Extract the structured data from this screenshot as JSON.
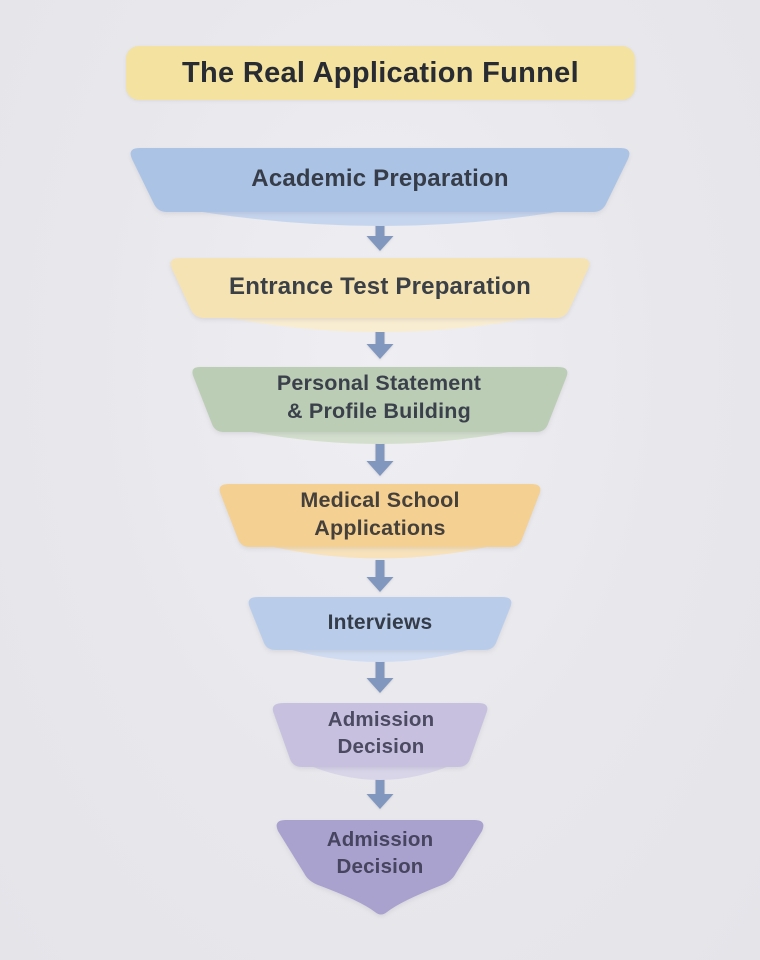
{
  "title": {
    "text": "The Real Application Funnel",
    "bg_color": "#f3e2a0",
    "text_color": "#282b31"
  },
  "background_color": "#e8e8ec",
  "arrows": {
    "color": "#8197bd",
    "count": 6,
    "direction": "down"
  },
  "funnel": {
    "stages": [
      {
        "label": "Academic Preparation",
        "fill": "#abc3e4",
        "lip_fill": "#c6d5ee",
        "text_color": "#363d49"
      },
      {
        "label": "Entrance Test Preparation",
        "fill": "#f6e3b3",
        "lip_fill": "#f8ecd1",
        "text_color": "#3b4046"
      },
      {
        "label": "Personal Statement\n& Profile Building",
        "fill": "#bccdb6",
        "lip_fill": "#d3decd",
        "text_color": "#3a414b"
      },
      {
        "label": "Medical School\nApplications",
        "fill": "#f4d093",
        "lip_fill": "#f7e2bb",
        "text_color": "#45413a"
      },
      {
        "label": "Interviews",
        "fill": "#b9cdea",
        "lip_fill": "#d0dcf1",
        "text_color": "#353c49"
      },
      {
        "label": "Admission\nDecision",
        "fill": "#c7c1df",
        "lip_fill": "#d9d5e9",
        "text_color": "#4b4a62"
      },
      {
        "label": "Admission\nDecision",
        "fill": "#a9a1ce",
        "lip_fill": null,
        "text_color": "#46445e"
      }
    ]
  }
}
